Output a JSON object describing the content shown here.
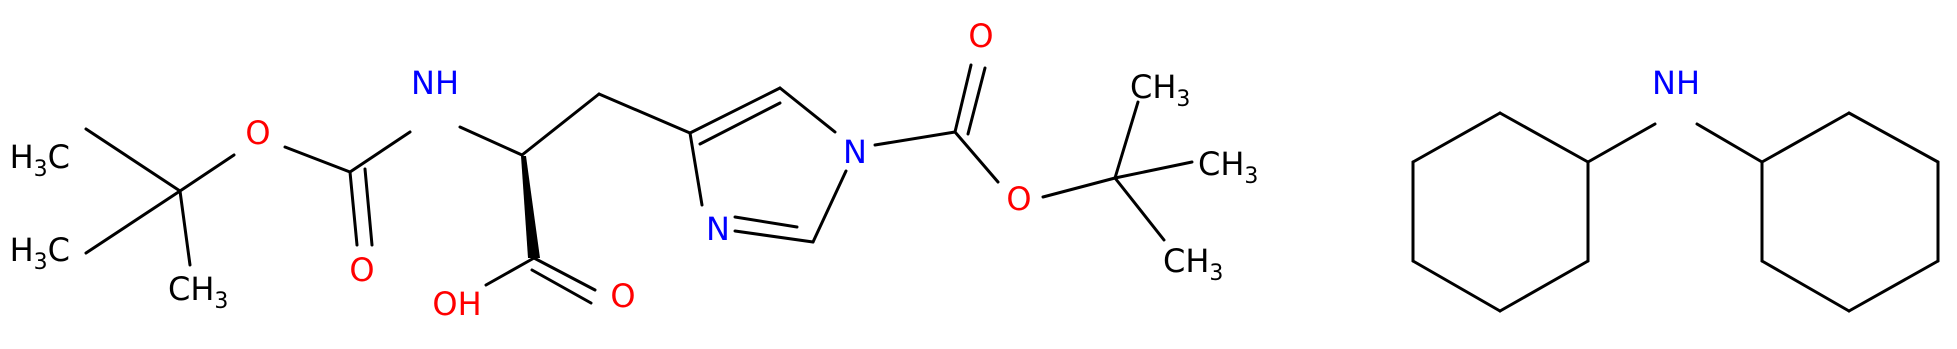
{
  "colors": {
    "bond": "#000000",
    "carbon": "#000000",
    "oxygen": "#ff0000",
    "nitrogen": "#0000ff",
    "background": "#ffffff"
  },
  "boc_his": {
    "nh": "NH",
    "o_ester_boc1": "O",
    "o_carbonyl_boc1": "O",
    "oh": "OH",
    "o_acid": "O",
    "n_imidazole_3": "N",
    "n_imidazole_1": "N",
    "o_carbonyl_boc2": "O",
    "o_ester_boc2": "O",
    "ch3_left_top": "H3C",
    "ch3_left_mid": "H3C",
    "ch3_left_bottom": "CH3",
    "ch3_right_top": "CH3",
    "ch3_right_mid": "CH3",
    "ch3_right_bottom": "CH3"
  },
  "dcha": {
    "nh": "NH"
  }
}
